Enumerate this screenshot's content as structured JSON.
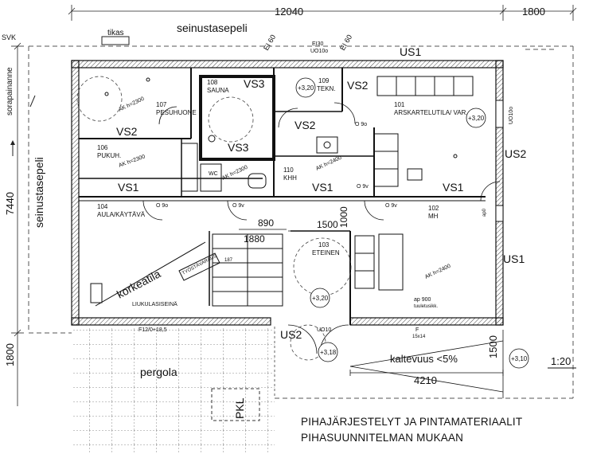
{
  "dimensions": {
    "top_main": "12040",
    "top_right": "1800",
    "left_main": "7440",
    "left_bottom": "1800",
    "d890": "890",
    "d1500": "1500",
    "d1000": "1000",
    "d1880": "1880",
    "d4210": "4210",
    "d1500_right": "1500"
  },
  "site": {
    "seinustasepeli_top": "seinustasepeli",
    "seinustasepeli_left": "seinustasepeli",
    "sorapainanne": "sorapainanne",
    "svk": "SVK",
    "tikas": "tikas",
    "korkeatila": "korkeatila",
    "pergola": "pergola",
    "pkl": "PKL",
    "kaltevuus": "kaltevuus <5%",
    "scale": "1:20"
  },
  "rooms": [
    {
      "code": "101",
      "name": "ARSKARTELUTILA/ VAR."
    },
    {
      "code": "102",
      "name": "MH"
    },
    {
      "code": "103",
      "name": "ETEINEN"
    },
    {
      "code": "104",
      "name": "AULA/KÄYTÄVÄ"
    },
    {
      "code": "106",
      "name": "PUKUH."
    },
    {
      "code": "107",
      "name": "PESUHUONE"
    },
    {
      "code": "108",
      "name": "SAUNA"
    },
    {
      "code": "109",
      "name": "TEKN."
    },
    {
      "code": "110",
      "name": "KHH"
    }
  ],
  "wall_types": {
    "us1": "US1",
    "us2": "US2",
    "vs1": "VS1",
    "vs2": "VS2",
    "vs3": "VS3"
  },
  "ceiling_heights": {
    "ak2300": "AK h=2300",
    "ak2400": "AK h=2400"
  },
  "levels": {
    "l320a": "+3,20",
    "l320b": "+3,20",
    "l320c": "+3,20",
    "l318": "+3,18",
    "l310": "+3,10"
  },
  "openings": {
    "ei60a": "EI 60",
    "ei60b": "EI 60",
    "ei30": "EI30",
    "u010a": "UO10o",
    "u010b": "UO10",
    "ud10": "UO10o",
    "o9o_a": "O 9o",
    "o9o_b": "O 9o",
    "o9v_a": "O 9v",
    "o9v_b": "O 9v",
    "o9v_c": "O 9v"
  },
  "misc": {
    "liukulasiseina": "LIUKULASISEINÄ",
    "ap900": "ap 900",
    "tuuletusikk": "tuuletusikk.",
    "wc": "WC",
    "ap0": "ap0",
    "f1": "F",
    "f120": "F12/0+18,5",
    "tyostaso": "TYÖSTÄVARAUS",
    "f15x14": "15x14",
    "stair": "187"
  },
  "note": {
    "line1": "PIHAJÄRJESTELYT JA PINTAMATERIAALIT",
    "line2": "PIHASUUNNITELMAN MUKAAN"
  }
}
